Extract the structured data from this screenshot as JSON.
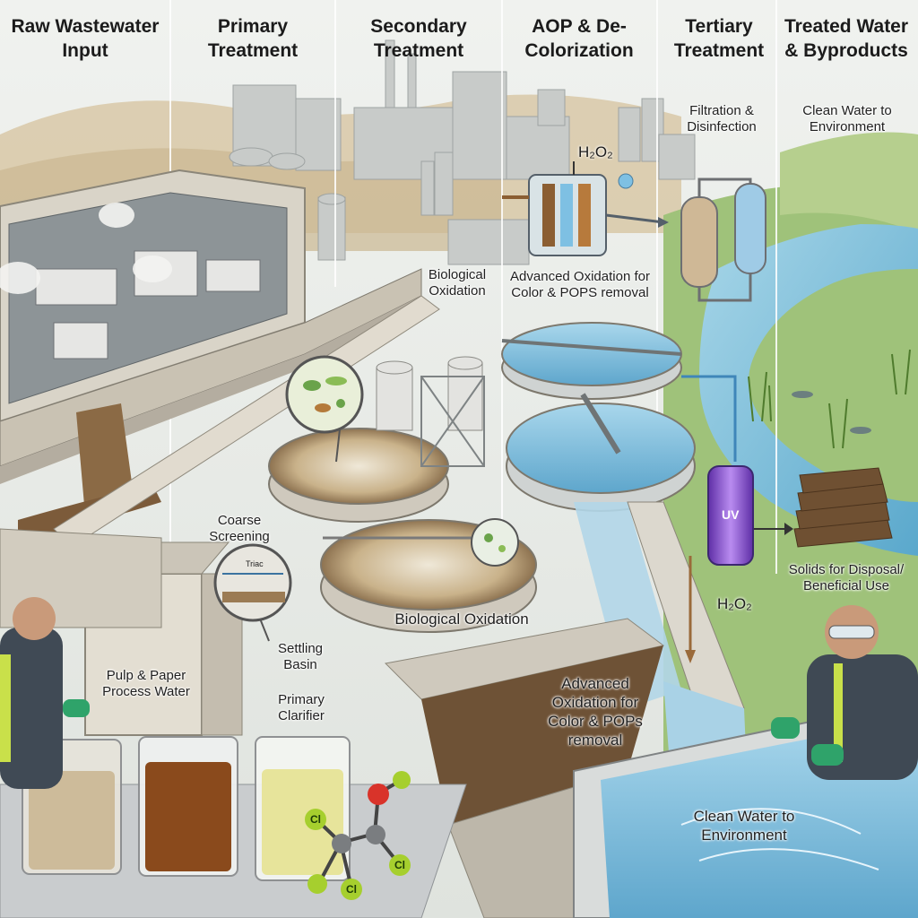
{
  "columns": [
    {
      "title": "Raw Wastewater Input"
    },
    {
      "title": "Primary Treatment"
    },
    {
      "title": "Secondary Treatment"
    },
    {
      "title": "AOP & De-Colorization"
    },
    {
      "title": "Tertiary Treatment"
    },
    {
      "title": "Treated Water & Byproducts"
    }
  ],
  "labels": {
    "filtration_disinfection": "Filtration & Disinfection",
    "clean_water_top": "Clean Water to Environment",
    "biological_oxidation_top": "Biological Oxidation",
    "aop_top": "Advanced Oxidation for Color & POPS removal",
    "coarse_screening": "Coarse Screening",
    "settling_basin": "Settling Basin",
    "biological_oxidation_mid": "Biological Oxidation",
    "pulp_paper": "Pulp & Paper Process Water",
    "primary_clarifier": "Primary Clarifier",
    "aop_bottom": "Advanced Oxidation for Color & POPs removal",
    "solids": "Solids for Disposal/ Beneficial Use",
    "clean_water_bottom": "Clean Water to Environment",
    "uv": "UV",
    "inset_text": "Triac",
    "h2o2_top": "H₂O₂",
    "h2o2_bottom": "H₂O₂",
    "chlorine": "Cl"
  },
  "colors": {
    "sky": "#e6ece9",
    "hills": "#cdbb96",
    "concrete": "#d8d3c8",
    "sludge": "#8a6a44",
    "clean_water": "#8fc3df",
    "river": "#6fb6d3",
    "grass": "#7fae55",
    "uv_purple": "#8a4fd1",
    "molecule_green": "#a6cf2e",
    "oxygen_red": "#d9332a"
  }
}
